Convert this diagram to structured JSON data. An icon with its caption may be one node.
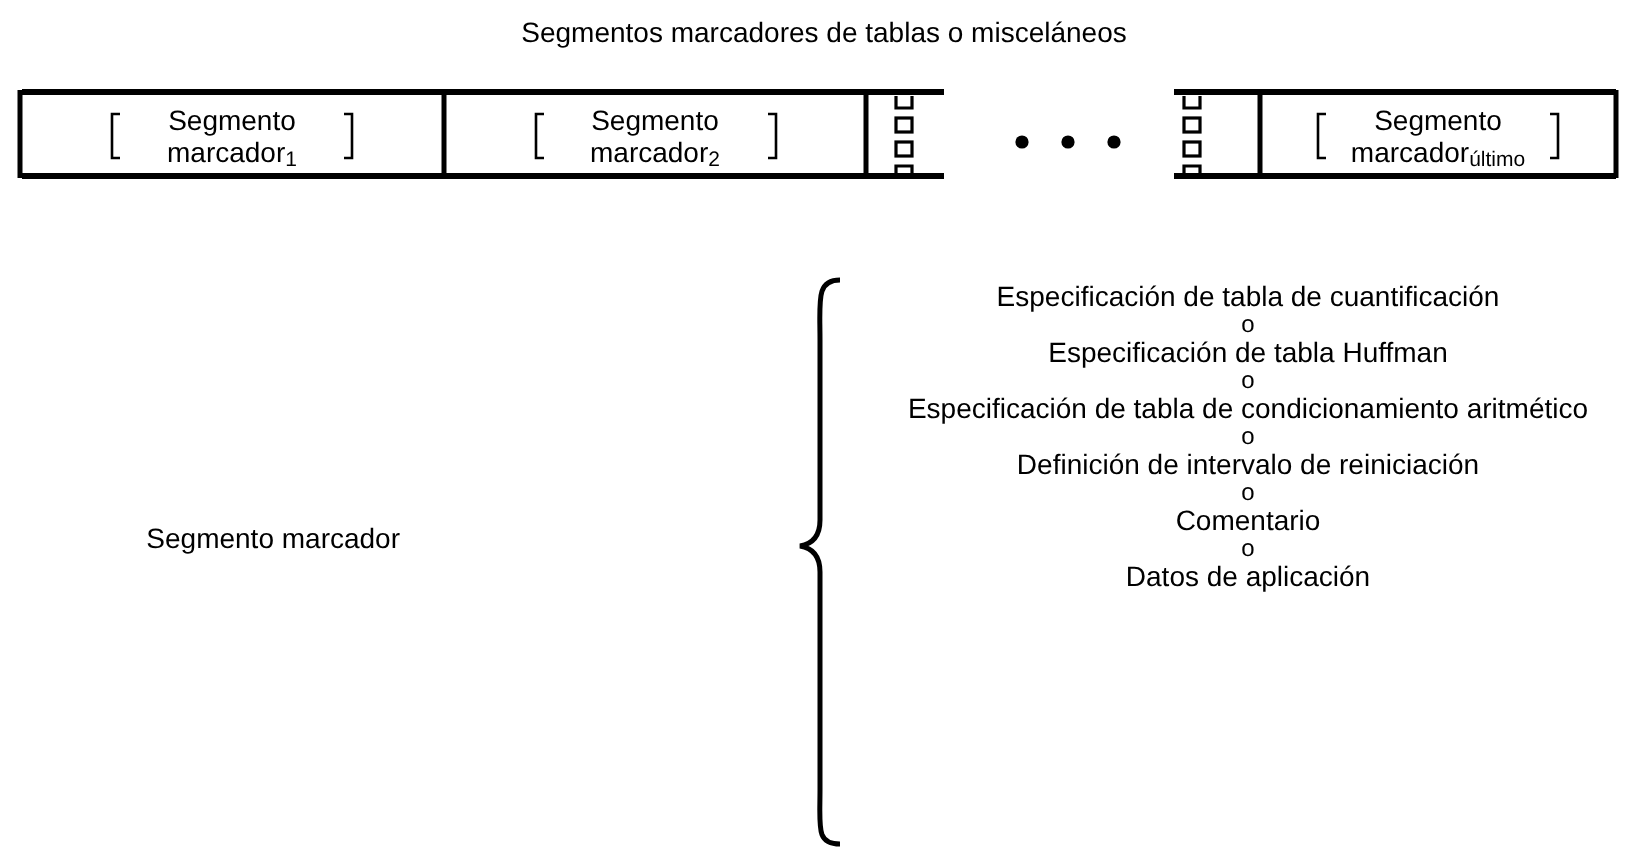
{
  "diagram": {
    "title": "Segmentos marcadores de tablas o misceláneos",
    "nodes": [
      {
        "text": [
          "Segmento marcador$_{1}$"
        ]
      },
      {
        "text": [
          "Segmento marcador$_{2}$"
        ]
      },
      {
        "text": [
          "Segmento marcador$_{último}$"
        ]
      },
      {
        "text": [
          "Segmento marcador"
        ]
      }
    ],
    "labels": [
      "Especificación de tabla de cuantificación",
      "o",
      "Especificación de tabla Huffman",
      "o",
      "Especificación de tabla de condicionamiento aritmético",
      "o",
      "Definición de intervalo de reiniciación",
      "o",
      "Comentario",
      "o",
      "Datos de aplicación"
    ]
  }
}
